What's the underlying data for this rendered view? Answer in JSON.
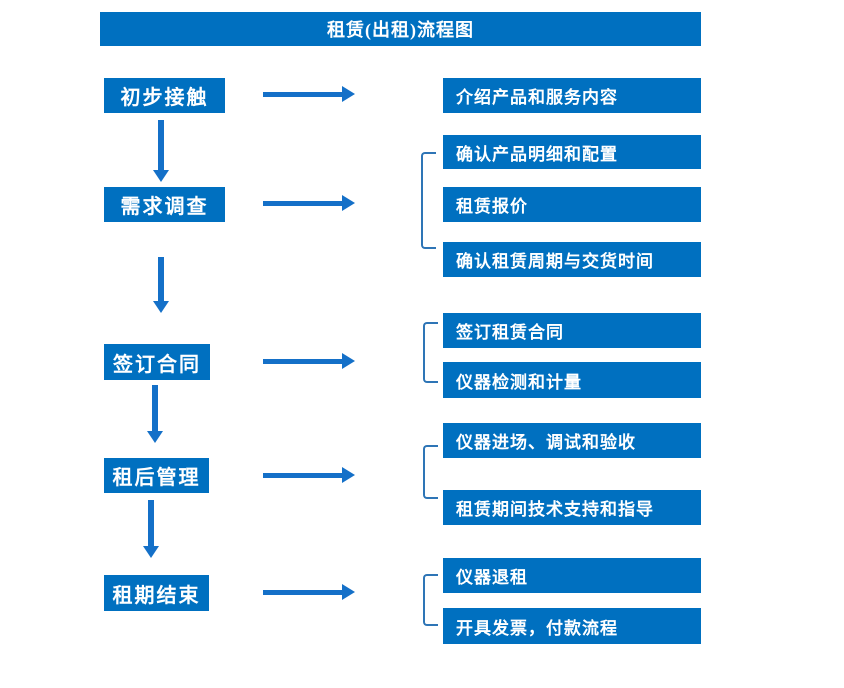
{
  "title": "租赁(出租)流程图",
  "colors": {
    "box_blue": "#0070C0",
    "arrow_blue": "#1470C8",
    "bracket_blue": "#2E75B6",
    "text_white": "#FFFFFF"
  },
  "flow": [
    {
      "step": "初步接触",
      "outputs": [
        "介绍产品和服务内容"
      ]
    },
    {
      "step": "需求调查",
      "outputs": [
        "确认产品明细和配置",
        "租赁报价",
        "确认租赁周期与交货时间"
      ]
    },
    {
      "step": "签订合同",
      "outputs": [
        "签订租赁合同",
        "仪器检测和计量"
      ]
    },
    {
      "step": "租后管理",
      "outputs": [
        "仪器进场、调试和验收",
        "租赁期间技术支持和指导"
      ]
    },
    {
      "step": "租期结束",
      "outputs": [
        "仪器退租",
        "开具发票，付款流程"
      ]
    }
  ]
}
